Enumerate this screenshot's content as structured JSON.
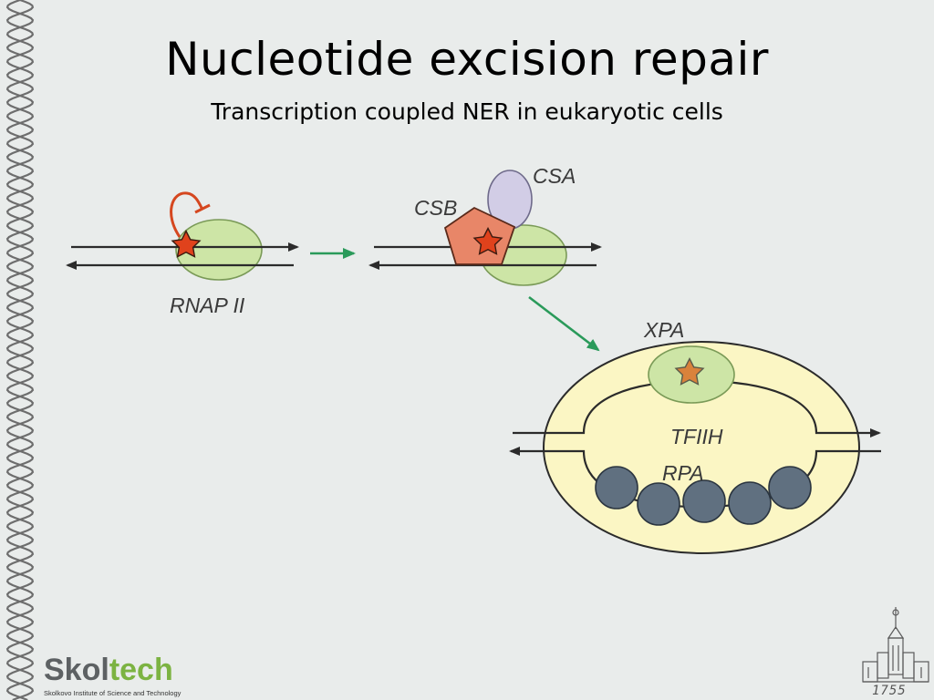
{
  "slide": {
    "title": "Nucleotide excision repair",
    "subtitle": "Transcription coupled NER in eukaryotic cells"
  },
  "diagram": {
    "labels": {
      "rnap": "RNAP II",
      "csb": "CSB",
      "csa": "CSA",
      "xpa": "XPA",
      "tfiih": "TFIIH",
      "rpa": "RPA"
    },
    "colors": {
      "rnap_fill": "#cde5a6",
      "csa_fill": "#d2cde6",
      "csb_fill": "#e88668",
      "tfiih_fill": "#fbf6c4",
      "rpa_fill": "#607080",
      "lesion_star": "#e0421c",
      "xpa_star": "#d9823b",
      "arrow_green": "#2a9a5a",
      "stall_red": "#d5471f"
    }
  },
  "footer": {
    "logo_part1": "Skol",
    "logo_part2": "tech",
    "logo_caption": "Skolkovo Institute of Science and Technology",
    "year": "1755"
  }
}
